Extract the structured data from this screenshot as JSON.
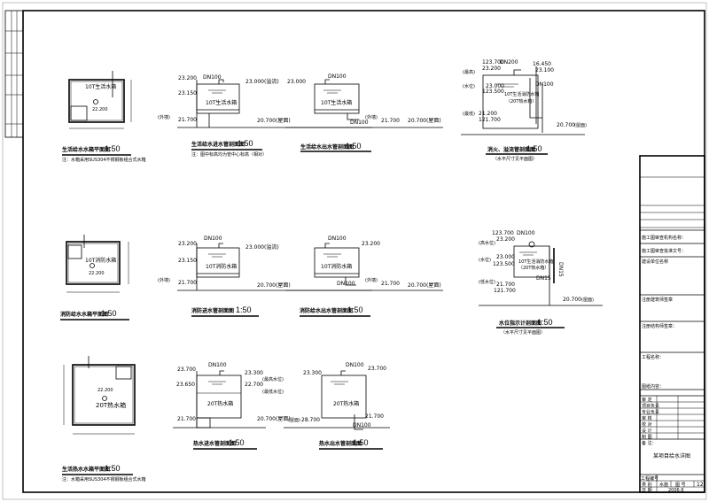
{
  "drawing": {
    "plans": [
      {
        "title": "生活给水水箱平面图",
        "scale": "1:50",
        "note": "注：水箱采用SUS304不锈钢板组合式水箱",
        "tank": "10T生活水箱",
        "elev": "22.200"
      },
      {
        "title": "消防给水水箱平面图",
        "scale": "1:50",
        "tank": "10T消防水箱",
        "elev": "22.200"
      },
      {
        "title": "生活热水水箱平面图",
        "scale": "1:50",
        "note": "注：水箱采用SUS304不锈钢板组合式水箱",
        "tank": "20T热水箱",
        "elev": "22.200"
      }
    ],
    "sections": [
      {
        "title": "生活给水进水管剖面图",
        "scale": "1:50",
        "note": "注：图中标高均为管中心标高（相对）",
        "dn": "DN100",
        "e1": "23.200",
        "e2": "23.150",
        "e3": "23.000(溢流)",
        "e4": "21.700",
        "floor": "20.700(屋面)",
        "tank": "10T生活水箱",
        "side": "(外墙)"
      },
      {
        "title": "生活给水出水管剖面图",
        "scale": "1:50",
        "dn": "DN100",
        "e1": "23.000",
        "e4": "21.700",
        "floor": "20.700(屋面)",
        "tank": "10T生活水箱",
        "outlet": "DN100",
        "side": "(外墙)"
      },
      {
        "title": "消防进水管剖面图",
        "scale": "1:50",
        "dn": "DN100",
        "e1": "23.200",
        "e2": "23.150",
        "e3": "23.000(溢流)",
        "e4": "21.700",
        "floor": "20.700(屋面)",
        "tank": "10T消防水箱",
        "side": "(外墙)"
      },
      {
        "title": "消防给水出水管剖面图",
        "scale": "1:50",
        "dn": "DN100",
        "e1": "23.200",
        "e4": "21.700",
        "floor": "20.700(屋面)",
        "tank": "10T消防水箱",
        "outlet": "DN100",
        "side": "(外墙)"
      },
      {
        "title": "热水进水管剖面图",
        "scale": "1:50",
        "dn": "DN100",
        "e1": "23.700",
        "e2": "23.650",
        "e3": "23.300",
        "e3b": "22.700",
        "e4": "21.700",
        "floor": "20.700(屋面)",
        "tank": "20T热水箱",
        "l1": "(最高水位)",
        "l2": "(最低水位)"
      },
      {
        "title": "热水出水管剖面图",
        "scale": "1:50",
        "dn": "DN100",
        "e1": "23.700",
        "e3": "23.300",
        "e4": "21.700",
        "floor": "28.700",
        "tank": "20T热水箱",
        "outlet": "DN100",
        "side": "(屋面)"
      },
      {
        "title": "消火、溢流管剖面图",
        "scale": "1:50",
        "note": "（水平尺寸见平面图）",
        "dn": "DN200",
        "dn2": "DN100",
        "e1": "123.700",
        "e2": "23.200",
        "e3": "23.000",
        "e3b": "123.500",
        "e4": "21.200",
        "e5": "121.700",
        "top": "16.450",
        "topb": "23.100",
        "floor": "20.700",
        "tank": "10T生活消防水箱",
        "tank2": "（20T热水箱）",
        "l1": "(最高)",
        "l2": "(水位)",
        "l3": "(最低)",
        "l4": "(屋面)"
      },
      {
        "title": "水位指示计剖面图",
        "scale": "1:50",
        "note": "（水平尺寸见平面图）",
        "dn": "DN100",
        "dn2": "DN15",
        "e1": "123.700",
        "e2": "23.200",
        "e3": "23.000",
        "e3b": "123.500",
        "e4": "21.700",
        "e5": "121.700",
        "floor": "20.700",
        "tank": "10T生活消防水箱",
        "tank2": "（20T热水箱）",
        "l1": "(高水位)",
        "l2": "(水位)",
        "l3": "(低水位)",
        "l4": "(屋面)",
        "vert": "DN15"
      }
    ]
  },
  "title_block": {
    "rows": [
      "施工图审查机构名称：",
      "施工图审查批准文号：",
      "建设单位名称",
      "注册建筑师签章",
      "注册结构师签章：",
      "工程名称：",
      "图纸内容："
    ],
    "roles": [
      "审 定",
      "项目负责",
      "专业负责",
      "审 核",
      "校 对",
      "设 计",
      "制 图",
      "备 注："
    ],
    "drawing_name": "某项目给水详图",
    "project_no_label": "工程编号",
    "category_label": "类 别",
    "category_value": "水施",
    "sheet_label": "图 号",
    "sheet_no": "12",
    "date_label": "日 期",
    "date": "2006.6"
  }
}
